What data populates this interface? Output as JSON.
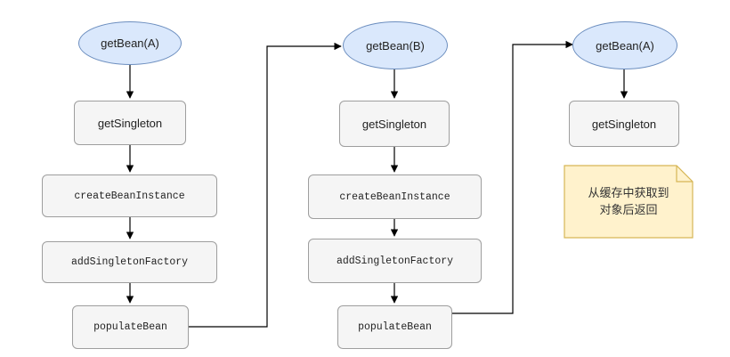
{
  "columns": [
    {
      "start": "getBean(A)",
      "steps": [
        "getSingleton",
        "createBeanInstance",
        "addSingletonFactory",
        "populateBean"
      ]
    },
    {
      "start": "getBean(B)",
      "steps": [
        "getSingleton",
        "createBeanInstance",
        "addSingletonFactory",
        "populateBean"
      ]
    },
    {
      "start": "getBean(A)",
      "steps": [
        "getSingleton"
      ]
    }
  ],
  "note": {
    "line1": "从缓存中获取到",
    "line2": "对象后返回"
  },
  "colors": {
    "ellipse_fill": "#dae8fc",
    "ellipse_stroke": "#6c8ebf",
    "box_fill": "#f5f5f5",
    "box_stroke": "#9e9e9e",
    "note_fill": "#fff2cc",
    "note_stroke": "#d6b656",
    "edge": "#000000"
  }
}
